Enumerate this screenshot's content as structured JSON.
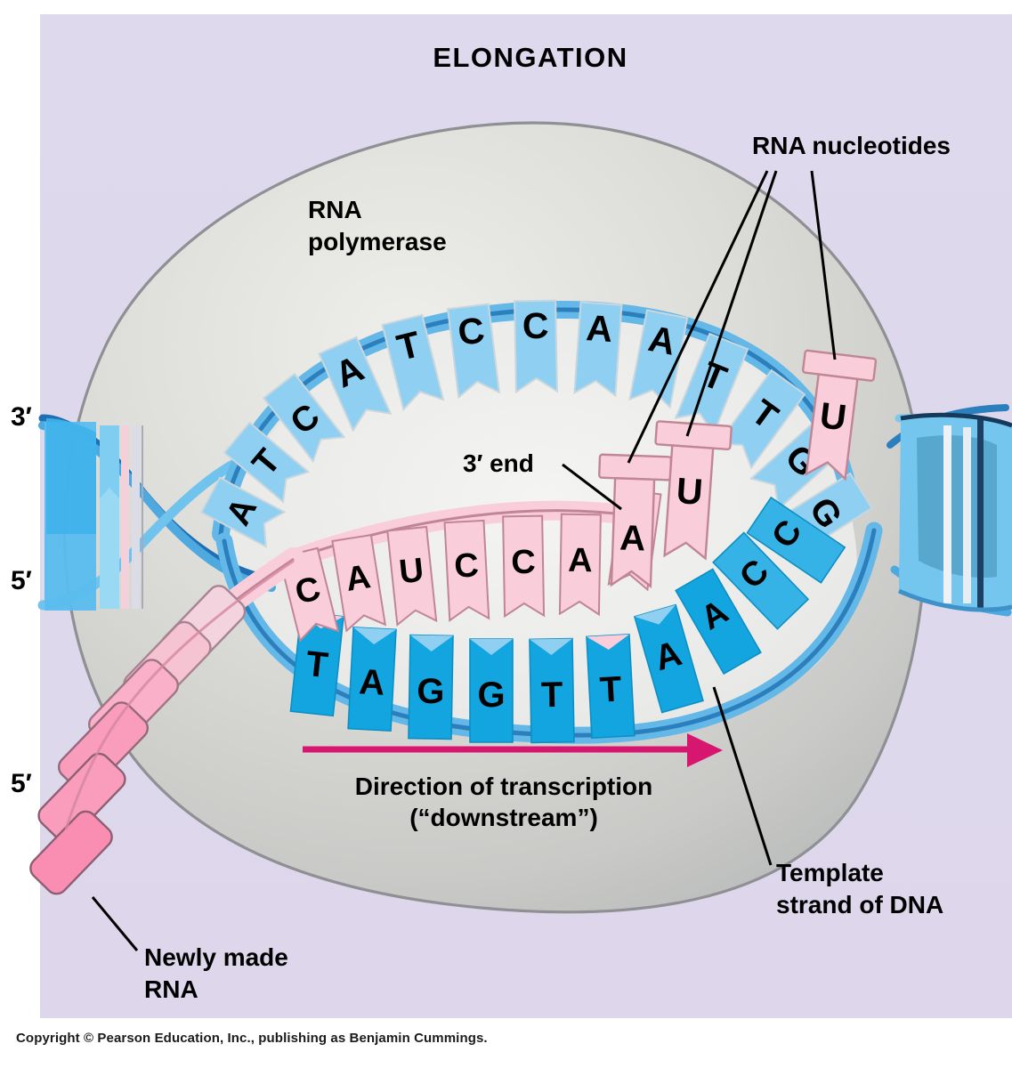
{
  "figure": {
    "title": "ELONGATION",
    "background_color": "#ded8ec",
    "copyright": "Copyright © Pearson Education, Inc., publishing as Benjamin Cummings."
  },
  "labels": {
    "polymerase_line1": "RNA",
    "polymerase_line2": "polymerase",
    "rna_nucleotides": "RNA nucleotides",
    "three_prime_end": "3′ end",
    "direction_line1": "Direction of transcription",
    "direction_line2": "(“downstream”)",
    "template_line1": "Template",
    "template_line2": "strand of DNA",
    "newly_made_line1": "Newly made",
    "newly_made_line2": "RNA",
    "dna_3prime": "3′",
    "dna_5prime": "5′",
    "rna_5prime": "5′"
  },
  "colors": {
    "background": "#ded8ec",
    "polymerase_fill": "#d7d7d4",
    "polymerase_edge": "#8f9094",
    "dna_nontemplate": "#8fd0f2",
    "dna_template": "#13a5e0",
    "dna_backbone": "#63b8e8",
    "rna_pink": "#f9cdda",
    "rna_pink_edge": "#c08696",
    "rna_tail": "#f899b5",
    "arrow_magenta": "#d6166f",
    "text": "#000000"
  },
  "chart_data": {
    "type": "diagram",
    "title": "ELONGATION",
    "nontemplate_strand": {
      "name": "Non-template (coding) DNA strand",
      "color": "#8fd0f2",
      "letter_color": "#111111",
      "bases": [
        "A",
        "T",
        "C",
        "A",
        "T",
        "C",
        "C",
        "A",
        "A",
        "T",
        "T",
        "G",
        "G"
      ]
    },
    "template_strand": {
      "name": "Template strand of DNA",
      "color": "#13a5e0",
      "letter_color": "#eaf8ff",
      "bases": [
        "T",
        "A",
        "G",
        "G",
        "T",
        "T",
        "A",
        "A",
        "C",
        "C"
      ]
    },
    "rna_transcript": {
      "name": "Newly made RNA",
      "color": "#f9cdda",
      "letter_color": "#111111",
      "bases": [
        "C",
        "A",
        "U",
        "C",
        "C",
        "A",
        "A"
      ]
    },
    "free_rna_nucleotides": {
      "name": "RNA nucleotides",
      "color": "#f9cdda",
      "bases": [
        "A",
        "U",
        "U"
      ]
    },
    "annotations": [
      "RNA polymerase",
      "RNA nucleotides",
      "3′ end",
      "Direction of transcription (“downstream”)",
      "Template strand of DNA",
      "Newly made RNA",
      "3′",
      "5′",
      "5′"
    ]
  }
}
